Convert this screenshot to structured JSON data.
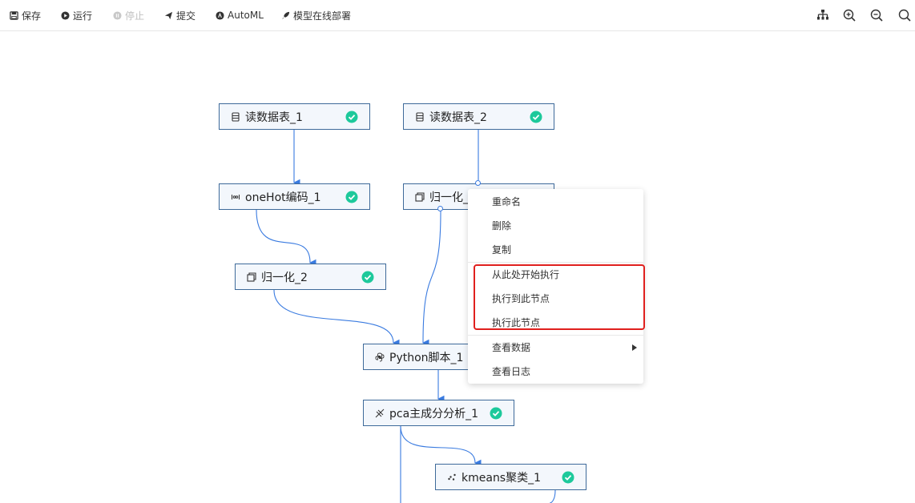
{
  "toolbar": {
    "save": "保存",
    "run": "运行",
    "stop": "停止",
    "submit": "提交",
    "automl": "AutoML",
    "deploy": "模型在线部署"
  },
  "nodes": {
    "read1": "读数据表_1",
    "read2": "读数据表_2",
    "onehot": "oneHot编码_1",
    "norm1": "归一化_",
    "norm2": "归一化_2",
    "python": "Python脚本_1",
    "pca": "pca主成分分析_1",
    "kmeans": "kmeans聚类_1"
  },
  "menu": {
    "rename": "重命名",
    "delete": "删除",
    "copy": "复制",
    "run_from": "从此处开始执行",
    "run_to": "执行到此节点",
    "run_node": "执行此节点",
    "view_data": "查看数据",
    "view_log": "查看日志"
  },
  "colors": {
    "node_border": "#3e6a9a",
    "node_bg": "#f3f7fc",
    "edge": "#3a7be0",
    "success": "#1dc99b",
    "highlight": "#e0201e"
  },
  "icons": {
    "table": "table-icon",
    "onehot": "onehot-icon",
    "normalize": "normalize-icon",
    "python": "python-icon",
    "pca": "pca-icon",
    "kmeans": "kmeans-icon",
    "success": "check-circle-icon"
  }
}
